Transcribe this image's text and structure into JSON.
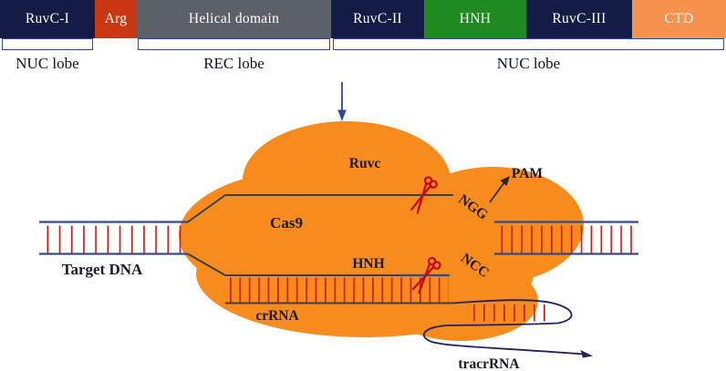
{
  "domain_bar": {
    "segments": [
      {
        "label": "RuvC-I",
        "bg": "#121C45",
        "fg": "#FFFFFF"
      },
      {
        "label": "Arg",
        "bg": "#C93810",
        "fg": "#FFFFFF"
      },
      {
        "label": "Helical domain",
        "bg": "#5C6067",
        "fg": "#FFFFFF"
      },
      {
        "label": "RuvC-II",
        "bg": "#121C45",
        "fg": "#FFFFFF"
      },
      {
        "label": "HNH",
        "bg": "#1F8A1F",
        "fg": "#FFFFFF"
      },
      {
        "label": "RuvC-III",
        "bg": "#121C45",
        "fg": "#FFFFFF"
      },
      {
        "label": "CTD",
        "bg": "#F6924E",
        "fg": "#FFFFFF"
      }
    ]
  },
  "lobes": [
    {
      "label": "NUC lobe"
    },
    {
      "label": "REC lobe"
    },
    {
      "label": "NUC lobe"
    }
  ],
  "diagram": {
    "cas9_label": "Cas9",
    "ruvc_label": "Ruvc",
    "hnh_label": "HNH",
    "target_dna_label": "Target DNA",
    "crrna_label": "crRNA",
    "tracrrna_label": "tracrRNA",
    "pam_label": "PAM",
    "ngg_label": "NGG",
    "ncc_label": "NCC"
  },
  "colors": {
    "navy_block": "#121C45",
    "arg_red": "#C93810",
    "helical_gray": "#5C6067",
    "hnh_green": "#1F8A1F",
    "ctd_orange": "#F6924E",
    "protein_orange": "#F78B1C",
    "dna_blue": "#2E4D8E",
    "strand_dark": "#3C4049",
    "base_pair_red": "#D01B1B",
    "scissors_red": "#C40A0A",
    "tracr_navy": "#23235C",
    "bracket_border": "#2E4D95",
    "text_dark": "#1A1A26"
  }
}
